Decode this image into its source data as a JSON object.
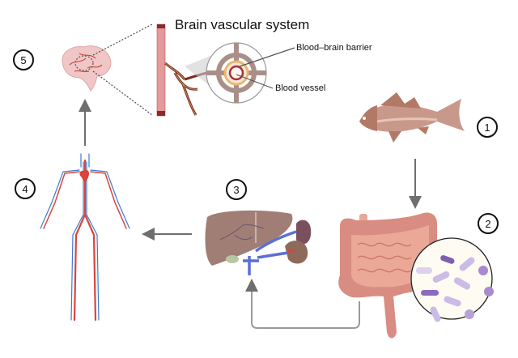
{
  "title": "Brain vascular system",
  "labels": {
    "bbb": "Blood–brain barrier",
    "vessel": "Blood vessel"
  },
  "steps": [
    {
      "number": "1",
      "subject": "fish"
    },
    {
      "number": "2",
      "subject": "gut-microbiota"
    },
    {
      "number": "3",
      "subject": "liver"
    },
    {
      "number": "4",
      "subject": "circulatory-system"
    },
    {
      "number": "5",
      "subject": "brain"
    }
  ],
  "colors": {
    "arrow": "#6e6e6e",
    "fish": "#c8998a",
    "intestine": "#d98c82",
    "liver": "#a07e76",
    "vein": "#5b6fd6",
    "artery": "#d9443c",
    "bacteria": "#b7a4d6",
    "brain": "#f0c6c6"
  }
}
